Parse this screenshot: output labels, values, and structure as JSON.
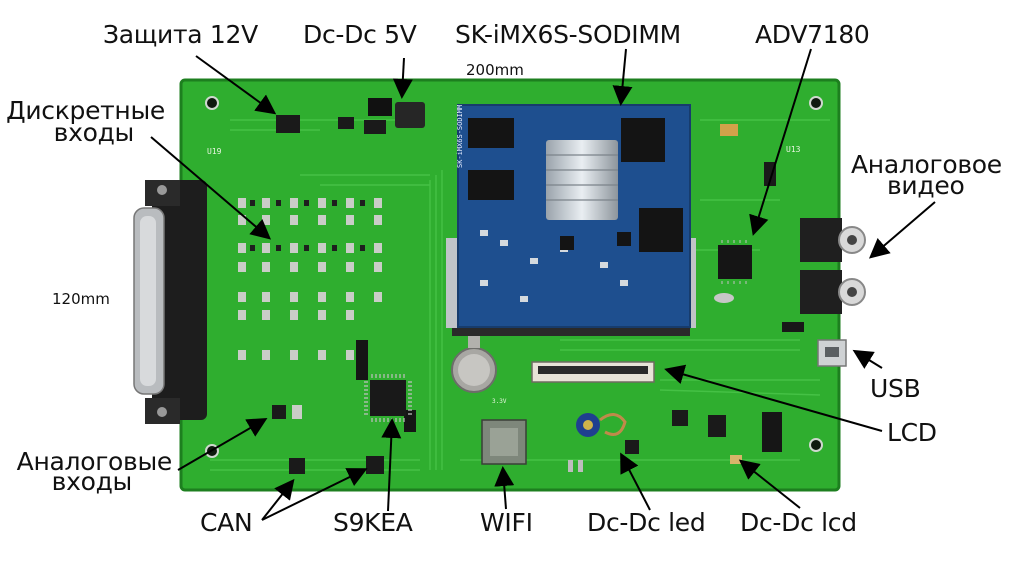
{
  "labels": {
    "zashchita": "Защита 12V",
    "dcdc5v": "Dc-Dc 5V",
    "module": "SK-iMX6S-SODIMM",
    "adv": "ADV7180",
    "discrete_1": "Дискретные",
    "discrete_2": "входы",
    "analog_video_1": "Аналоговое",
    "analog_video_2": "видео",
    "usb": "USB",
    "lcd": "LCD",
    "analog_inputs_1": "Аналоговые",
    "analog_inputs_2": "входы",
    "can": "CAN",
    "s9kea": "S9KEA",
    "wifi": "WIFI",
    "dcdc_led": "Dc-Dc led",
    "dcdc_lcd": "Dc-Dc lcd"
  },
  "dimensions": {
    "width": "200mm",
    "height": "120mm"
  },
  "silkscreen": {
    "som_text": "SK-iMX6S-SODIMM",
    "u19": "U19",
    "u13": "U13",
    "batt": "3.3V"
  },
  "colors": {
    "pcb": "#2fae2f",
    "pcb_dark": "#1f8a24",
    "som": "#1e4f8f",
    "chip": "#1a1a1a",
    "arrow": "#000000"
  }
}
